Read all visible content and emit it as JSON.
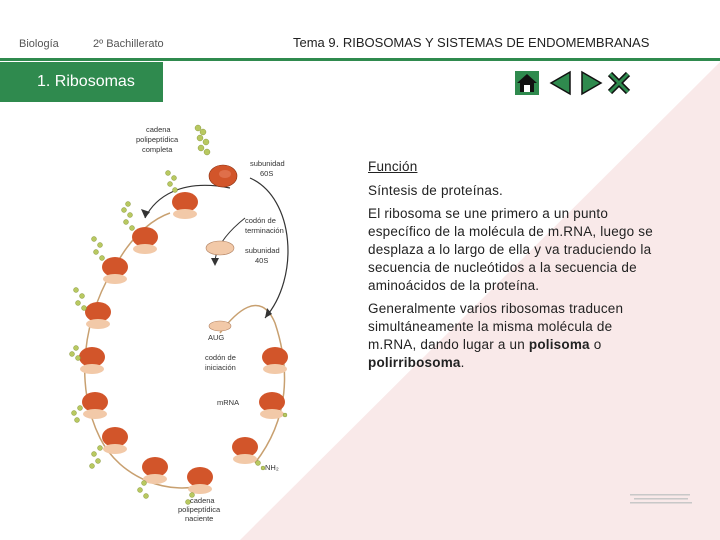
{
  "header": {
    "subject": "Biología",
    "course": "2º Bachillerato",
    "title_prefix": "Tema 9. ",
    "title_main": "RIBOSOMAS Y SISTEMAS DE ENDOMEMBRANAS"
  },
  "section": {
    "label": "1. Ribosomas"
  },
  "nav": {
    "home_icon": "home-icon",
    "prev_icon": "prev-arrow-icon",
    "next_icon": "next-arrow-icon",
    "close_icon": "close-icon"
  },
  "diagram": {
    "labels": {
      "polypeptide_complete_1": "cadena",
      "polypeptide_complete_2": "polipeptídica",
      "polypeptide_complete_3": "completa",
      "subunit60_1": "subunidad",
      "subunit60_2": "60S",
      "stop_codon_1": "codón de",
      "stop_codon_2": "terminación",
      "subunit40_1": "subunidad",
      "subunit40_2": "40S",
      "aug": "AUG",
      "start_codon_1": "codón de",
      "start_codon_2": "iniciación",
      "mrna": "mRNA",
      "nh2": "NH₂",
      "nascent_1": "cadena",
      "nascent_2": "polipeptídica",
      "nascent_3": "naciente"
    }
  },
  "content": {
    "heading": "Función",
    "p1": "Síntesis de proteínas.",
    "p2": "El ribosoma se une primero a un punto específico de la molécula de m.RNA, luego se desplaza a lo largo de ella y va traduciendo la secuencia de nucleótidos a la secuencia de aminoácidos de la proteína.",
    "p3_start": "Generalmente varios ribosomas traducen simultáneamente la misma molécula de m.RNA, dando lugar a un ",
    "p3_bold1": "polisoma",
    "p3_mid": " o ",
    "p3_bold2": "polirribosoma",
    "p3_end": "."
  },
  "colors": {
    "accent_green": "#2f8a4e",
    "ribosome_large": "#d2552a",
    "ribosome_small": "#f2c9a8",
    "background_triangle": "#f9e9e9"
  }
}
